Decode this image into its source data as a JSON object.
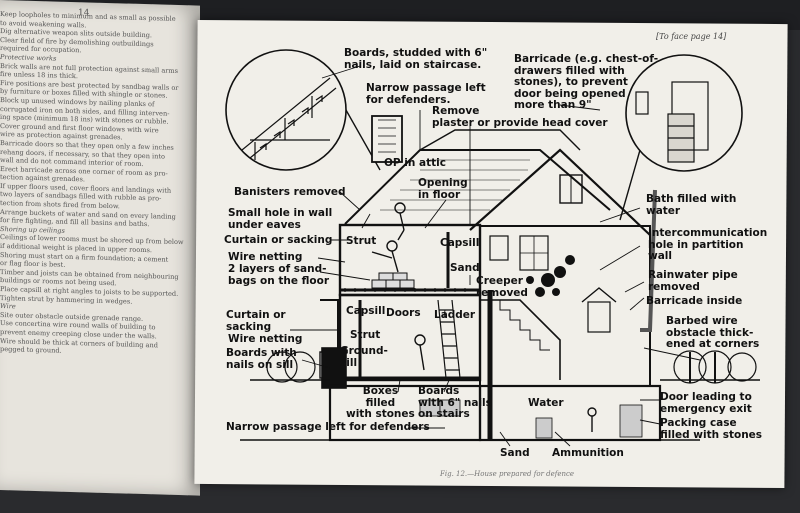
{
  "left_page": {
    "page_number": "14",
    "lines": [
      "Keep loopholes to minimum and as small as possible",
      "  to avoid weakening walls.",
      "Dig alternative weapon slits outside building.",
      "Clear field of fire by demolishing outbuildings",
      "  required for occupation.",
      "Protective works",
      "Brick walls are not full protection against small arms",
      "  fire unless 18 ins thick.",
      "Fire positions are best protected by sandbag walls or",
      "  by furniture or boxes filled with shingle or stones.",
      "Block up unused windows by nailing planks of",
      "  corrugated iron on both sides, and filling interven-",
      "  ing space (minimum 18 ins) with stones or rubble.",
      "Cover ground and first floor windows with wire",
      "  wire as protection against grenades.",
      "Barricade doors so that they open only a few inches",
      "  rehang doors, if necessary, so that they open into",
      "  wall and do not command interior of room.",
      "Erect barricade across one corner of room as pro-",
      "  tection against grenades.",
      "If upper floors used, cover floors and landings with",
      "  two layers of sandbags filled with rubble as pro-",
      "  tection from shots fired from below.",
      "Arrange buckets of water and sand on every landing",
      "  for fire fighting, and fill all basins and baths.",
      "Shoring up ceilings",
      "Ceilings of lower rooms must be shored up from below",
      "  if additional weight is placed in upper rooms.",
      "Shoring must start on a firm foundation; a cement",
      "  or flag floor is best.",
      "Timber and joists can be obtained from neighbouring",
      "  buildings or rooms not being used.",
      "Place capsill at right angles to joists to be supported.",
      "Tighten strut by hammering in wedges.",
      "Wire",
      "Site outer obstacle outside grenade range.",
      "Use concertina wire round walls of building to",
      "  prevent enemy creeping close under the walls.",
      "  Wire should be thick at corners of building and",
      "  pegged to ground."
    ]
  },
  "right_page": {
    "header": "[To face page 14]",
    "caption": "Fig. 12.—House prepared for defence"
  },
  "labels": {
    "boards_studded": "Boards, studded with 6\"\nnails, laid on staircase.",
    "narrow_passage_top": "Narrow passage left\nfor defenders.",
    "remove_plaster": "Remove\nplaster or provide head cover",
    "barricade_chest": "Barricade (e.g. chest-of-\ndrawers filled with\nstones), to prevent\ndoor being opened\nmore than 9\"",
    "op_in_attic": "OP in attic",
    "opening_in_floor": "Opening\nin floor",
    "banisters_removed": "Banisters removed",
    "small_hole": "Small hole in wall\nunder eaves",
    "curtain_sacking_top": "Curtain or sacking",
    "wire_netting_top": "Wire netting",
    "sandbags": "2 layers of sand-\nbags on the floor",
    "strut_top": "Strut",
    "capsill_top": "Capsill",
    "sand_top": "Sand",
    "creeper": "Creeper\nremoved",
    "bath": "Bath filled with\nwater",
    "intercom_hole": "Intercommunication\nhole in partition\nwall",
    "rainwater": "Rainwater pipe\nremoved",
    "barricade_inside": "Barricade inside",
    "barbed_wire": "Barbed wire\nobstacle thick-\nened at corners",
    "curtain_sacking_bottom": "Curtain or\nsacking",
    "wire_netting_bottom": "Wire netting",
    "capsill_bottom": "Capsill",
    "doors": "Doors",
    "ladder": "Ladder",
    "strut_bottom": "Strut",
    "ground_sill": "Ground-\nsill",
    "boards_with_nails": "Boards with\nnails on sill",
    "boxes_filled": "Boxes\nfilled\nwith stones",
    "boards_6_nails": "Boards\nwith 6\" nails\non stairs",
    "water": "Water",
    "door_emergency": "Door leading to\nemergency exit",
    "packing_case": "Packing case\nfilled with stones",
    "narrow_passage_bottom": "Narrow passage left for defenders",
    "sand_bottom": "Sand",
    "ammunition": "Ammunition"
  }
}
